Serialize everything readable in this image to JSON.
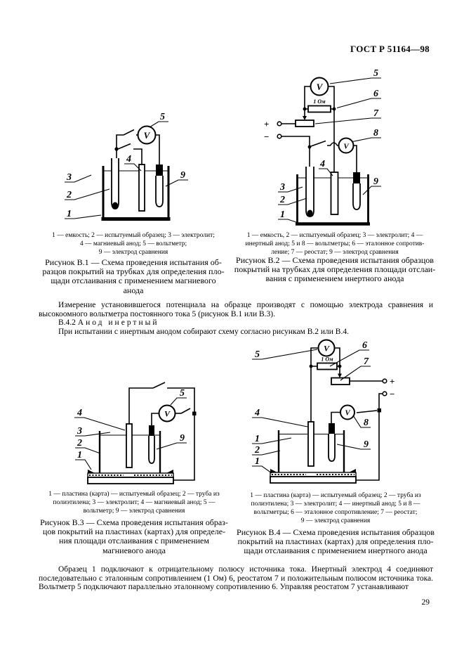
{
  "header": {
    "doc_code": "ГОСТ Р 51164—98"
  },
  "symbols": {
    "voltmeter": "V",
    "resistor_value": "1 Ом",
    "plus": "+",
    "minus": "−"
  },
  "fig_b1": {
    "labels": {
      "n1": "1",
      "n2": "2",
      "n3": "3",
      "n4": "4",
      "n5": "5",
      "n9": "9"
    },
    "legend_lines": [
      "1 — емкость; 2 — испытуемый образец; 3 — электролит;",
      "4 — магниевый анод; 5 — вольтметр;",
      "9 — электрод сравнения"
    ],
    "caption_lines": [
      "Рисунок В.1 — Схема проведения испытания об-",
      "разцов покрытий на трубках для определения пло-",
      "щади отслаивания с применением магниевого",
      "анода"
    ]
  },
  "fig_b2": {
    "labels": {
      "n1": "1",
      "n2": "2",
      "n3": "3",
      "n4": "4",
      "n5": "5",
      "n6": "6",
      "n7": "7",
      "n8": "8",
      "n9": "9"
    },
    "legend_lines": [
      "1 — емкость, 2 — испытуемый образец; 3 — электролит; 4 —",
      "инертный анод; 5 и 8 — вольтметры; 6 — эталонное сопротив-",
      "ление; 7 — реостат; 9 — электрод сравнения"
    ],
    "caption_lines": [
      "Рисунок В.2 — Схема проведения испытания образцов",
      "покрытий на трубках для определения площади отслаи-",
      "вания с применением инертного анода"
    ]
  },
  "fig_b3": {
    "labels": {
      "n1": "1",
      "n2": "2",
      "n3": "3",
      "n4": "4",
      "n5": "5",
      "n9": "9"
    },
    "legend_lines": [
      "1 — пластина (карта) — испытуемый образец; 2 — труба из",
      "полиэтилена; 3 — электролит; 4 — магниевый анод; 5 —",
      "вольтметр; 9 — электрод сравнения"
    ],
    "caption_lines": [
      "Рисунок В.3 — Схема проведения испытания образ-",
      "цов покрытий на пластинах (картах) для определе-",
      "ния площади отслаивания с применением",
      "магниевого анода"
    ]
  },
  "fig_b4": {
    "labels": {
      "n1a": "1",
      "n1b": "1",
      "n2": "2",
      "n4": "4",
      "n5": "5",
      "n6": "6",
      "n7": "7",
      "n8": "8",
      "n9": "9"
    },
    "legend_lines": [
      "1 — пластина (карта) — испытуемый образец; 2 — труба из",
      "полиэтилена; 3 — электролит; 4 — инертный анод; 5 и 8 —",
      "вольтметры; 6 — эталонное сопротивление; 7 — реостат;",
      "9 — электрод сравнения"
    ],
    "caption_lines": [
      "Рисунок В.4 — Схема проведения испытания образцов",
      "покрытий на пластинах (картах) для определения пло-",
      "щади отслаивания с применением инертного анода"
    ]
  },
  "body": {
    "para1": "Измерение установившегося потенциала на образце производят с помощью электрода сравнения и высокоомного вольтметра постоянного тока 5 (рисунок В.1 или В.3).",
    "para2_num": "В.4.2",
    "para2_title": "Анод инертный",
    "para3": "При испытании с инертным анодом собирают схему согласно рисункам В.2 или В.4.",
    "para4": "Образец 1 подключают к отрицательному полюсу источника тока. Инертный электрод 4 соединяют последовательно с эталонным сопротивлением (1 Ом) 6, реостатом 7 и положительным полюсом источника тока. Вольтметр 5 подключают параллельно эталонному сопротивлению 6. Управляя реостатом 7 устанавливают"
  },
  "page_number": "29"
}
